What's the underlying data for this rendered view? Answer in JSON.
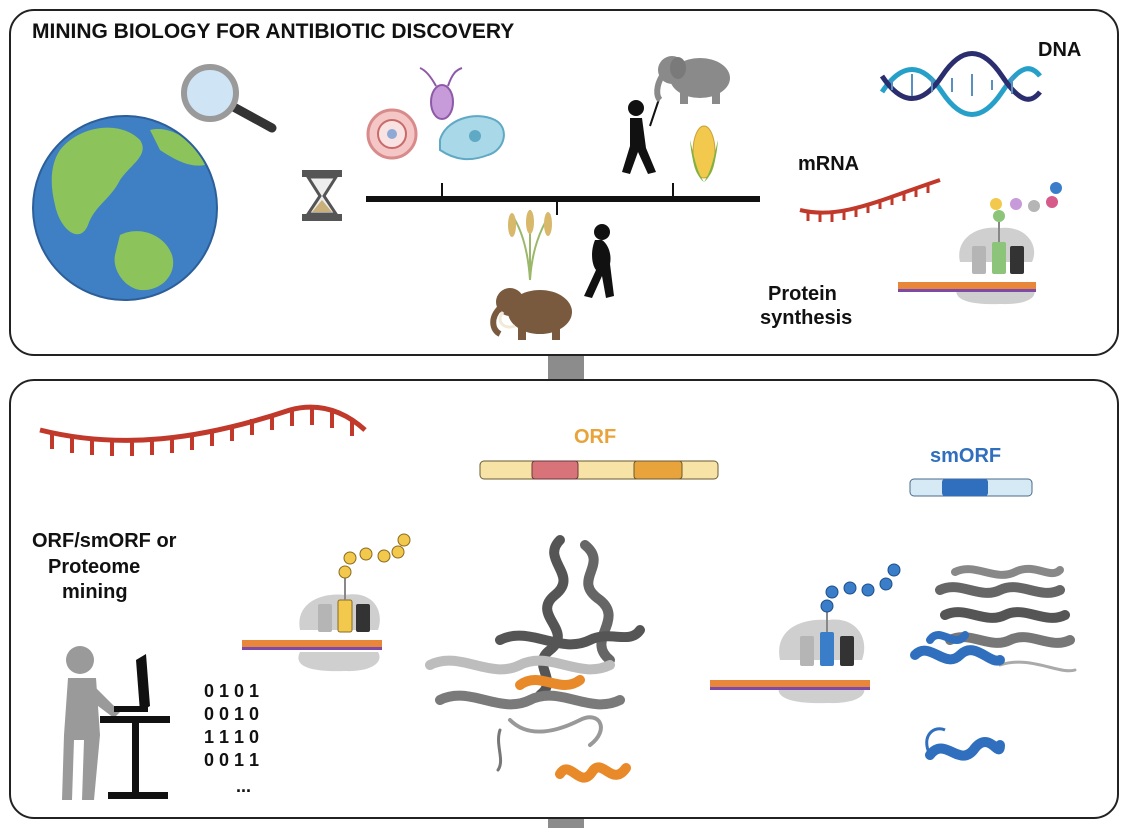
{
  "top_panel": {
    "title": "MINING BIOLOGY FOR ANTIBIOTIC DISCOVERY",
    "dna_label": "DNA",
    "mrna_label": "mRNA",
    "protein_label_1": "Protein",
    "protein_label_2": "synthesis"
  },
  "bottom_panel": {
    "orf_label": "ORF",
    "smorf_label": "smORF",
    "mining_label_1": "ORF/smORF or",
    "mining_label_2": "Proteome",
    "mining_label_3": "mining",
    "binary_rows": [
      "0 1 0 1",
      "0 0 1 0",
      "1 1 1 0",
      "0 0 1 1"
    ],
    "binary_ellipsis": "..."
  },
  "colors": {
    "panel_border": "#222222",
    "connector": "#8c8c8c",
    "orf": "#e8a43a",
    "orf_bar": "#f7e3a6",
    "orf_red": "#d9737a",
    "smorf": "#2f6fbe",
    "smorf_bar": "#d6eaf6",
    "mrna": "#c0392b",
    "protein_gray": "#5a5a5a",
    "ribosome": "#cfcfcf"
  },
  "icons": [
    "globe-icon",
    "magnifier-icon",
    "hourglass-icon",
    "microbe-icon",
    "elephant-icon",
    "mammoth-icon",
    "human-icon",
    "corn-icon",
    "wheat-icon",
    "dna-icon",
    "mrna-icon",
    "ribosome-icon",
    "person-computer-icon",
    "protein-structure-icon",
    "helix-icon"
  ]
}
